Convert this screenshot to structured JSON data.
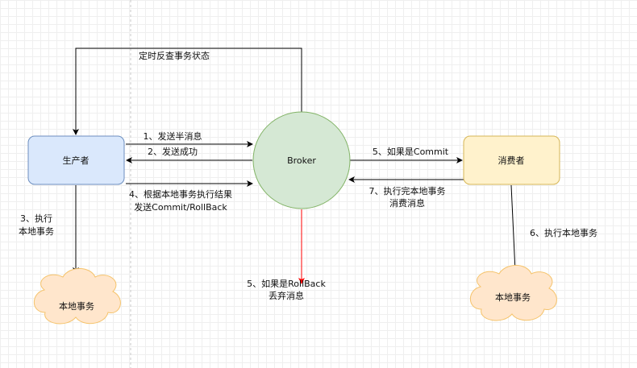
{
  "colors": {
    "producer_fill": "#dae8fc",
    "producer_stroke": "#6c8ebf",
    "broker_fill": "#d5e8d4",
    "broker_stroke": "#82b366",
    "consumer_fill": "#fff2cc",
    "consumer_stroke": "#d6b656",
    "cloud_fill": "#ffe6cc",
    "cloud_stroke": "#f5c36b",
    "edge": "#000000",
    "rollback_edge": "#ff0000"
  },
  "nodes": {
    "producer": "生产者",
    "broker": "Broker",
    "consumer": "消费者",
    "local_tx_left": "本地事务",
    "local_tx_right": "本地事务"
  },
  "edges": {
    "check_back": "定时反查事务状态",
    "send_half": "1、发送半消息",
    "send_success": "2、发送成功",
    "exec_local_line1": "3、执行",
    "exec_local_line2": "本地事务",
    "result_line1": "4、根据本地事务执行结果",
    "result_line2": "发送Commit/RollBack",
    "commit": "5、如果是Commit",
    "rollback_line1": "5、如果是RollBack",
    "rollback_line2": "丢弃消息",
    "consumer_local": "6、执行本地事务",
    "done_line1": "7、执行完本地事务",
    "done_line2": "消费消息"
  }
}
